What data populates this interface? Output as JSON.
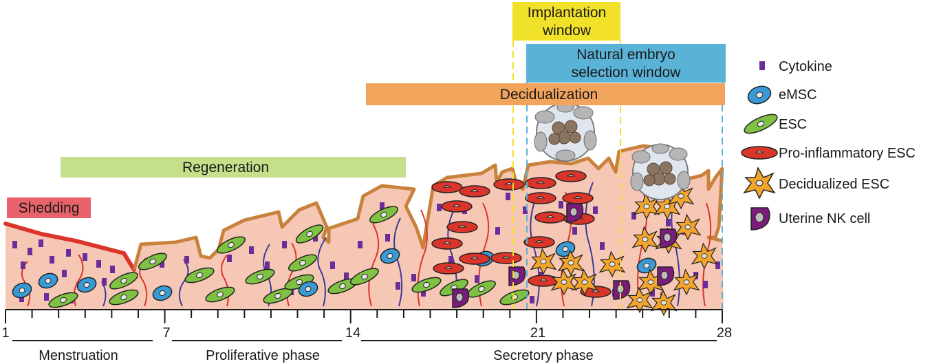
{
  "bars": {
    "shedding": "Shedding",
    "regeneration": "Regeneration",
    "decidualization": "Decidualization",
    "implantation_line1": "Implantation",
    "implantation_line2": "window",
    "selection_line1": "Natural embryo",
    "selection_line2": "selection window"
  },
  "legend": {
    "cytokine": "Cytokine",
    "emsc": "eMSC",
    "esc": "ESC",
    "pro_inflammatory": "Pro-inflammatory ESC",
    "decidualized": "Decidualized ESC",
    "unk": "Uterine NK cell"
  },
  "axis": {
    "day1": "1",
    "day7": "7",
    "day14": "14",
    "day21": "21",
    "day28": "28"
  },
  "phases": {
    "menstruation": "Menstruation",
    "proliferative": "Proliferative phase",
    "secretory": "Secretory phase"
  },
  "colors": {
    "shedding": "#e8626a",
    "regeneration": "#c5df8a",
    "decidualization": "#f2a35c",
    "implantation": "#f2e12a",
    "selection": "#5ab3d6",
    "tissue": "#f7c7b5",
    "surface": "#c9823c",
    "esc": "#7fc142",
    "emsc": "#3a9ad6",
    "pro_inflammatory": "#d9352b",
    "decidualized": "#f2a52c",
    "unk": "#7a1c7c",
    "cytokine": "#6b2d9a"
  }
}
